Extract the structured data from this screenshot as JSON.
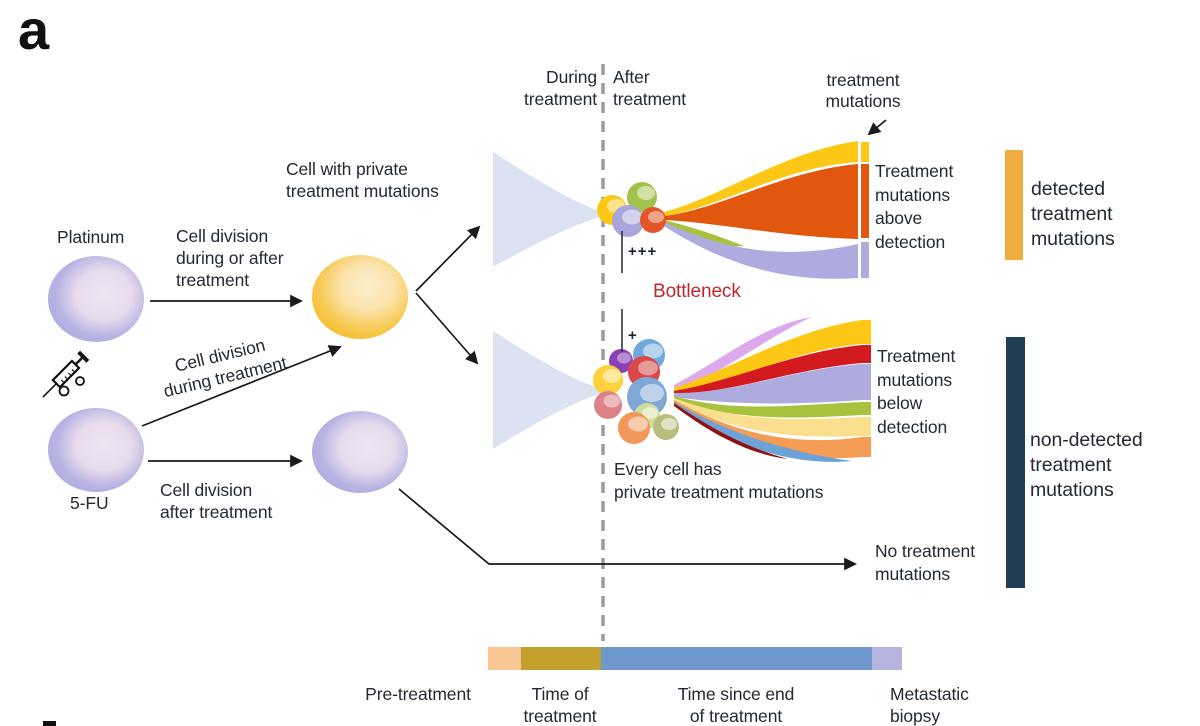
{
  "panel": {
    "label": "a"
  },
  "colors": {
    "text": "#222a33",
    "bottleneck_red": "#c1282d",
    "dashed_divider": "#9b9b9b",
    "arrow_black": "#1a1a1a",
    "funnel_blue": "#dbe3f3",
    "cell_purple": "#aeace1",
    "cell_yellow": "#f5bd27",
    "stream_yellow": "#fdc716",
    "stream_orange": "#e2570e",
    "stream_green": "#a8c23e",
    "stream_periwinkle": "#aeabdf",
    "stream_violet": "#dcaaec",
    "stream_red": "#d31a1f",
    "stream_cream": "#fae08e",
    "stream_soft_orange": "#f49b54",
    "stream_blue": "#6da2d8",
    "stream_dark_red": "#8e1212",
    "detected_bar": "#f0ad3f",
    "non_detected_bar": "#1f3d54",
    "timeline_pre": "#fac696",
    "timeline_treatment": "#c2a02b",
    "timeline_post": "#6e98cc",
    "timeline_biopsy": "#b7b3e0"
  },
  "left_section": {
    "platinum_label": "Platinum",
    "fu_label": "5-FU",
    "arrow_during_after_label": "Cell division\nduring or after\ntreatment",
    "arrow_during_label": "Cell division\nduring treatment",
    "arrow_after_label": "Cell division\nafter treatment",
    "cell_private_label": "Cell with private\ntreatment mutations"
  },
  "divider": {
    "during_label": "During\ntreatment",
    "after_label": "After\ntreatment"
  },
  "bottleneck": {
    "label": "Bottleneck",
    "plus_top": "+++",
    "plus_bottom": "+"
  },
  "fans": {
    "callout_label": "treatment\nmutations",
    "above_label": "Treatment\nmutations\nabove\ndetection",
    "below_label": "Treatment\nmutations\nbelow\ndetection",
    "every_cell_label": "Every cell has\nprivate treatment mutations",
    "no_treatment_label": "No treatment\nmutations"
  },
  "legend": {
    "detected_label": "detected\ntreatment\nmutations",
    "non_detected_label": "non-detected\ntreatment\nmutations"
  },
  "timeline": {
    "pre_label": "Pre-treatment",
    "treatment_label": "Time of\ntreatment",
    "post_label": "Time since end\nof treatment",
    "biopsy_label": "Metastatic\nbiopsy"
  }
}
